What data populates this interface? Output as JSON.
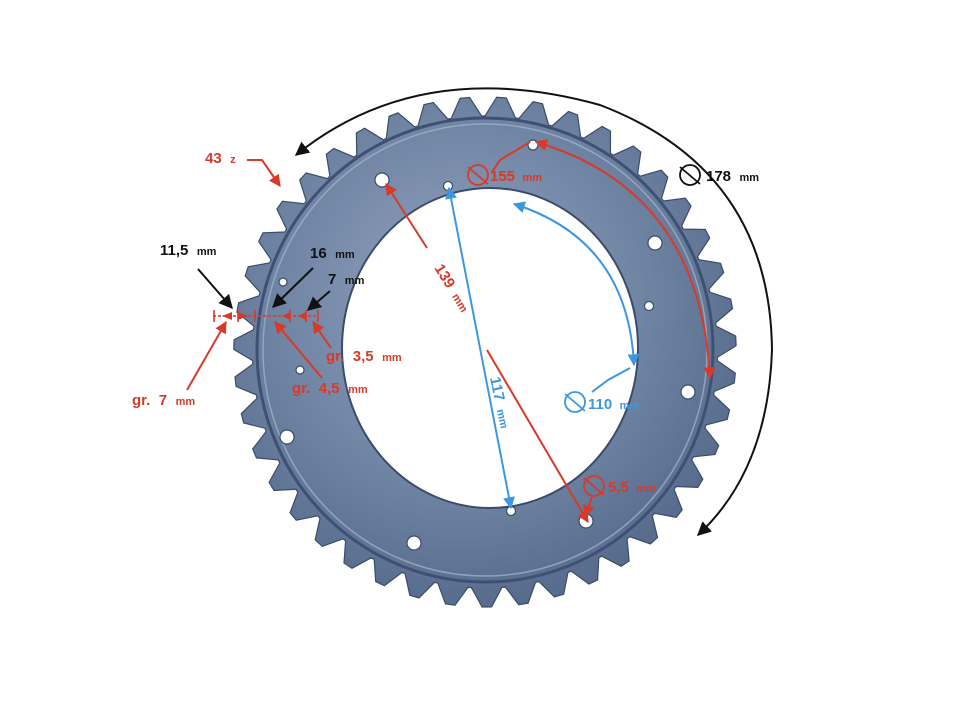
{
  "colors": {
    "red": "#d83a2a",
    "blue": "#3d97de",
    "black": "#111111",
    "steel": "#5f7394",
    "steel_light": "#8da0bd",
    "steel_dark": "#3a4c6a"
  },
  "labels": {
    "teeth": {
      "value": "43",
      "unit": "z"
    },
    "outer_diameter": {
      "symbol": "⌀",
      "value": "178",
      "unit": "mm"
    },
    "bolt_circle_large": {
      "symbol": "⌀",
      "value": "155",
      "unit": "mm"
    },
    "inner_bore": {
      "symbol": "⌀",
      "value": "110",
      "unit": "mm"
    },
    "small_hole": {
      "symbol": "⌀",
      "value": "5,5",
      "unit": "mm"
    },
    "hole_span_large": {
      "value": "139",
      "unit": "mm"
    },
    "hole_span_small": {
      "value": "117",
      "unit": "mm"
    },
    "dim_11_5": {
      "value": "11,5",
      "unit": "mm"
    },
    "dim_16": {
      "value": "16",
      "unit": "mm"
    },
    "dim_7": {
      "value": "7",
      "unit": "mm"
    },
    "thick_3_5": {
      "prefix": "gr.",
      "value": "3,5",
      "unit": "mm"
    },
    "thick_4_5": {
      "prefix": "gr.",
      "value": "4,5",
      "unit": "mm"
    },
    "thick_7": {
      "prefix": "gr.",
      "value": "7",
      "unit": "mm"
    }
  }
}
